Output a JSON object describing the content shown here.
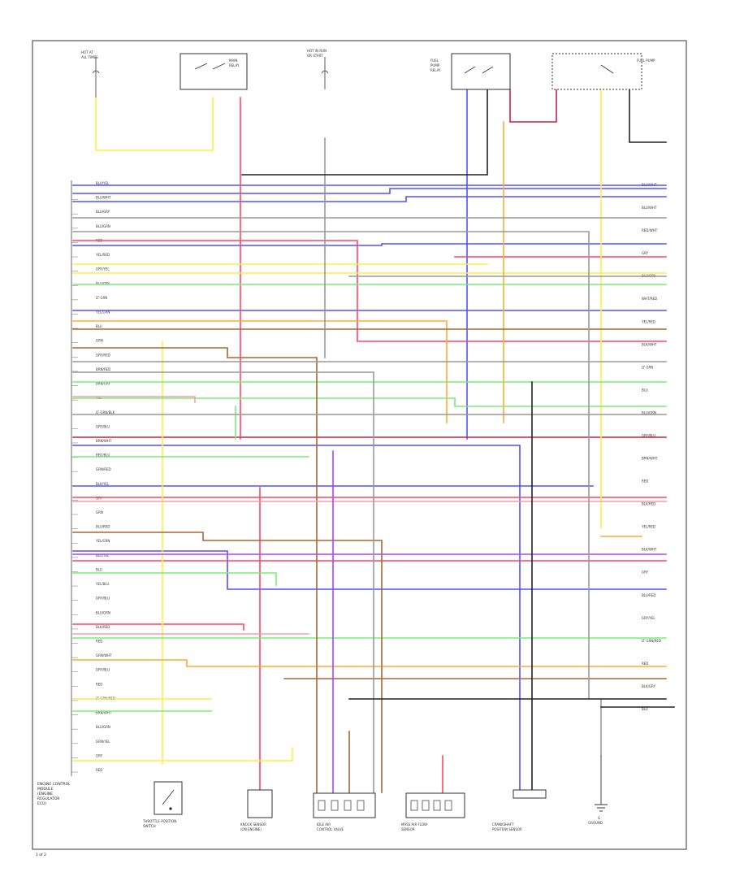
{
  "page": {
    "figure_number": "1 of 2"
  },
  "ecm": {
    "label_lines": [
      "ENGINE CONTROL",
      "MODULE",
      "(ENGINE",
      "REGULATOR",
      "ECU)"
    ]
  },
  "top_components": [
    {
      "id": "fuse-1",
      "lines": [
        "HOT AT",
        "ALL TIMES"
      ]
    },
    {
      "id": "relay-main",
      "lines": [
        "MAIN",
        "RELAY"
      ]
    },
    {
      "id": "fuse-2",
      "lines": [
        "HOT IN RUN",
        "OR START"
      ]
    },
    {
      "id": "fuel-pump-relay",
      "lines": [
        "FUEL",
        "PUMP",
        "RELAY"
      ]
    },
    {
      "id": "fuel-pump",
      "lines": [
        "FUEL PUMP"
      ]
    }
  ],
  "bottom_components": [
    {
      "id": "throttle-position-switch",
      "lines": [
        "THROTTLE POSITION",
        "SWITCH"
      ]
    },
    {
      "id": "knock-sensor",
      "lines": [
        "KNOCK SENSOR",
        "(ON ENGINE)"
      ]
    },
    {
      "id": "idle-air-control-valve",
      "lines": [
        "IDLE AIR",
        "CONTROL VALVE"
      ]
    },
    {
      "id": "mass-air-flow-sensor",
      "lines": [
        "MASS AIR FLOW",
        "SENSOR"
      ]
    },
    {
      "id": "crankshaft-position-sensor",
      "lines": [
        "CRANKSHAFT",
        "POSITION SENSOR"
      ]
    },
    {
      "id": "ground",
      "lines": [
        "G",
        "GROUND"
      ]
    }
  ],
  "right_labels": [
    "BLU/WHT",
    "BLU/WHT",
    "RED/WHT",
    "GRY",
    "BLU/GRY",
    "WHT/RED",
    "YEL/RED",
    "BLK/WHT",
    "LT GRN",
    "BLU",
    "BLU/GRN",
    "GRY/BLU",
    "BRN/WHT",
    "RED",
    "BLK/RED",
    "YEL/RED",
    "BLK/WHT",
    "GRY",
    "BLU/RED",
    "GRY/YEL",
    "LT GRN/RED",
    "RED",
    "BLK/GRY",
    "BLU"
  ],
  "left_labels": [
    "BLU/YEL",
    "BLU/WHT",
    "BLU/GRY",
    "BLU/GRN",
    "RED",
    "YEL/RED",
    "GRY/YEL",
    "BLU/GRY",
    "LT GRN",
    "YEL/GRN",
    "BLU",
    "GRN",
    "GRY/RED",
    "BRN/RED",
    "BRN/GRY",
    "YEL",
    "LT GRN/BLK",
    "GRY/BLU",
    "BRN/WHT",
    "RED/BLU",
    "GRN/RED",
    "BLK/YEL",
    "GRY",
    "GRN",
    "BLU/RED",
    "YEL/GRN",
    "BLU/YEL",
    "BLU",
    "YEL/BLU",
    "GRY/BLU",
    "BLU/GRN",
    "BLK/RED",
    "RED",
    "GRN/WHT",
    "GRY/BLU",
    "RED",
    "LT GRN/RED",
    "BRN/WHT",
    "BLU/GRN",
    "GRN/YEL",
    "GRY",
    "RED"
  ],
  "wire_colors": {
    "blue": "#5050ff",
    "red": "#ff4466",
    "yellow": "#ffee44",
    "green": "#77ee77",
    "orange": "#ffaa33",
    "brown": "#aa6633",
    "gray": "#999999",
    "violet": "#aa44ff",
    "pink": "#ff99aa",
    "black": "#222222",
    "dark_red": "#cc2244"
  }
}
